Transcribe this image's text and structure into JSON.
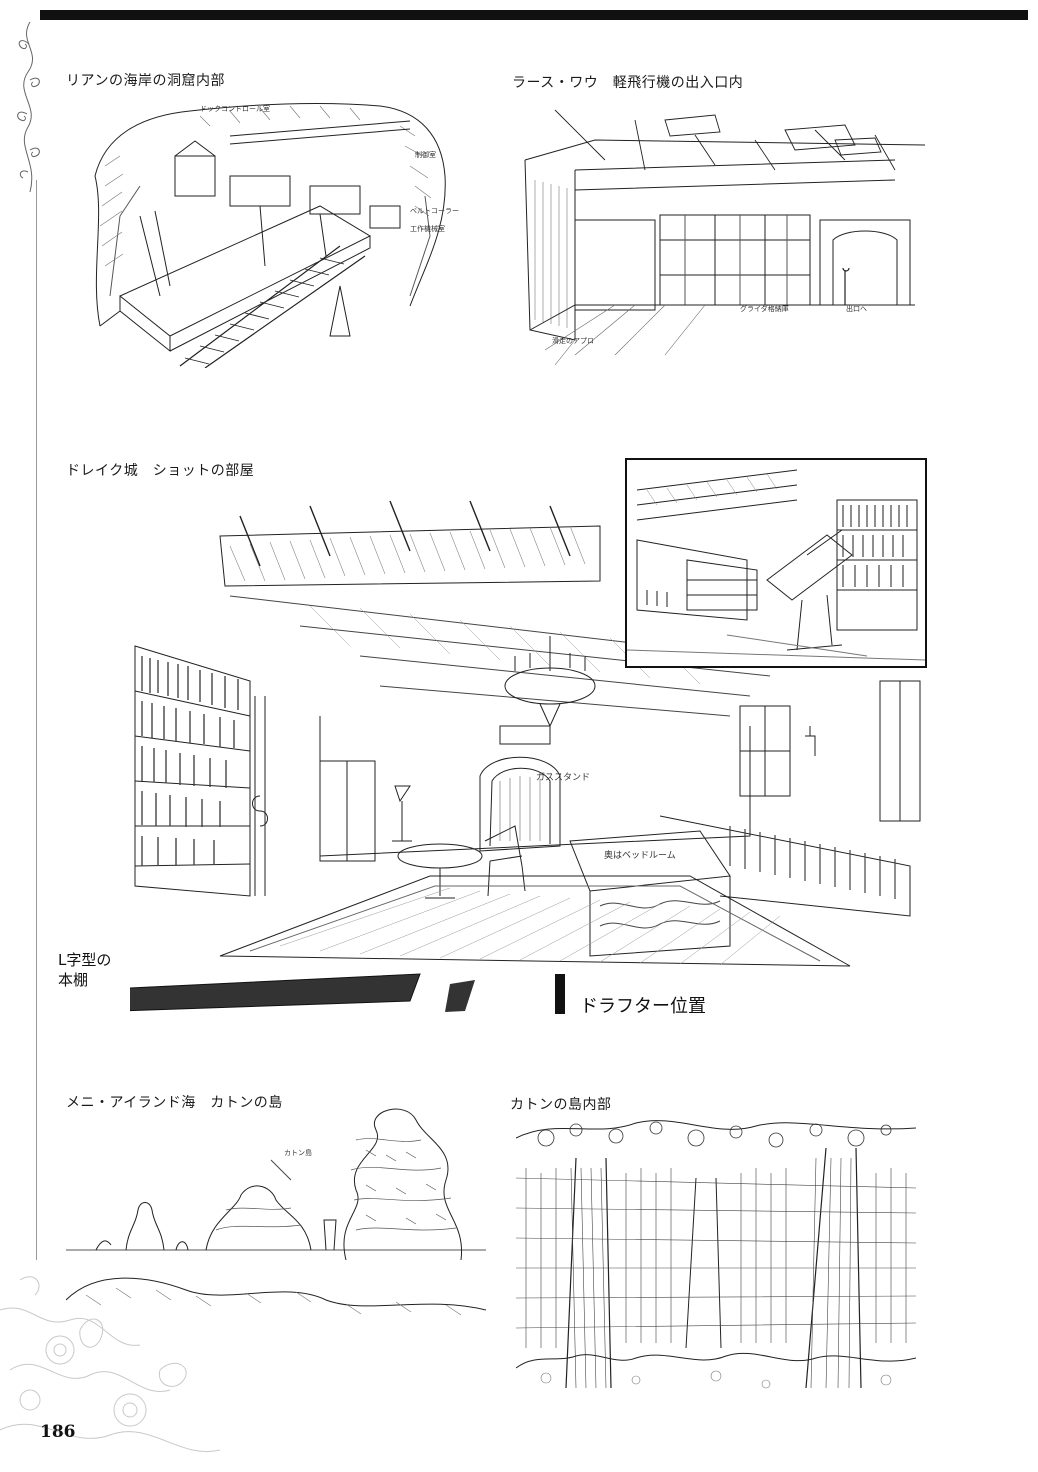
{
  "page": {
    "page_number": "186"
  },
  "panels": {
    "cave": {
      "caption": "リアンの海岸の洞窟内部",
      "notes": [
        "ドックコントロール室",
        "制御室",
        "ベルトコーラー",
        "工作機械室"
      ]
    },
    "hangar": {
      "caption": "ラース・ワウ　軽飛行機の出入口内",
      "notes": [
        "滑走のアプロ",
        "グライダ格納庫",
        "出口へ"
      ]
    },
    "room": {
      "caption": "ドレイク城　ショットの部屋",
      "notes": {
        "gas_stand": "ガススタンド",
        "bedroom": "奥はベッドルーム",
        "bookshelf": "L字型の\n本棚",
        "drafter": "ドラフター位置"
      }
    },
    "island": {
      "caption": "メニ・アイランド海　カトンの島",
      "notes": [
        "カトン島"
      ]
    },
    "jungle": {
      "caption": "カトンの島内部"
    }
  }
}
